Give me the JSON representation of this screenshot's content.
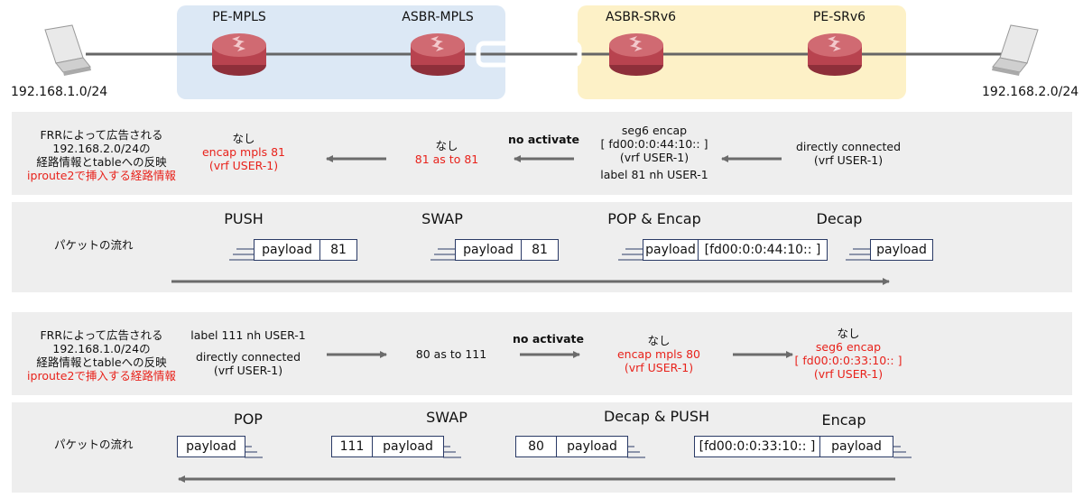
{
  "nodes": [
    {
      "id": "pe-mpls",
      "label": "PE-MPLS"
    },
    {
      "id": "asbr-mpls",
      "label": "ASBR-MPLS"
    },
    {
      "id": "asbr-srv6",
      "label": "ASBR-SRv6"
    },
    {
      "id": "pe-srv6",
      "label": "PE-SRv6"
    }
  ],
  "hosts": {
    "left_net": "192.168.1.0/24",
    "right_net": "192.168.2.0/24"
  },
  "colors": {
    "mpls_domain": "#dce8f5",
    "srv6_domain": "#fdf1c7",
    "accent_red": "#e8221b",
    "arrow": "#6b6b6b",
    "router": "#c9545e"
  },
  "flow1": {
    "desc": [
      "FRRによって広告される",
      "192.168.2.0/24の",
      "経路情報とtableへの反映"
    ],
    "desc_red": "iproute2で挿入する経路情報",
    "pe_mpls": {
      "line1": "なし",
      "line2": "encap mpls 81",
      "line3": "(vrf USER-1)"
    },
    "asbr_mpls": {
      "line1": "なし",
      "line2": "81 as to 81"
    },
    "no_activate": "no activate",
    "asbr_srv6": {
      "line1": "seg6 encap",
      "line2": "[ fd00:0:0:44:10:: ]",
      "line3": "(vrf USER-1)",
      "line4": "label 81 nh USER-1"
    },
    "pe_srv6": {
      "line1": "directly connected",
      "line2": "(vrf USER-1)"
    }
  },
  "packet1": {
    "label": "パケットの流れ",
    "ops": [
      "PUSH",
      "SWAP",
      "POP & Encap",
      "Decap"
    ],
    "push": [
      "payload",
      "81"
    ],
    "swap": [
      "payload",
      "81"
    ],
    "popencap": [
      "payload",
      "[fd00:0:0:44:10:: ]"
    ],
    "decap": [
      "payload"
    ]
  },
  "flow2": {
    "desc": [
      "FRRによって広告される",
      "192.168.1.0/24の",
      "経路情報とtableへの反映"
    ],
    "desc_red": "iproute2で挿入する経路情報",
    "pe_mpls": {
      "line1": "label 111 nh USER-1",
      "line2": "directly connected",
      "line3": "(vrf USER-1)"
    },
    "asbr_mpls": {
      "line1": "80 as to 111"
    },
    "no_activate": "no activate",
    "asbr_srv6": {
      "line1": "なし",
      "line2": "encap mpls 80",
      "line3": "(vrf USER-1)"
    },
    "pe_srv6": {
      "line1": "なし",
      "line2": "seg6 encap",
      "line3": "[ fd00:0:0:33:10:: ]",
      "line4": "(vrf USER-1)"
    }
  },
  "packet2": {
    "label": "パケットの流れ",
    "ops": [
      "POP",
      "SWAP",
      "Decap & PUSH",
      "Encap"
    ],
    "pop": [
      "payload"
    ],
    "swap": [
      "111",
      "payload"
    ],
    "decappush": [
      "80",
      "payload"
    ],
    "encap": [
      "[fd00:0:0:33:10:: ]",
      "payload"
    ]
  }
}
